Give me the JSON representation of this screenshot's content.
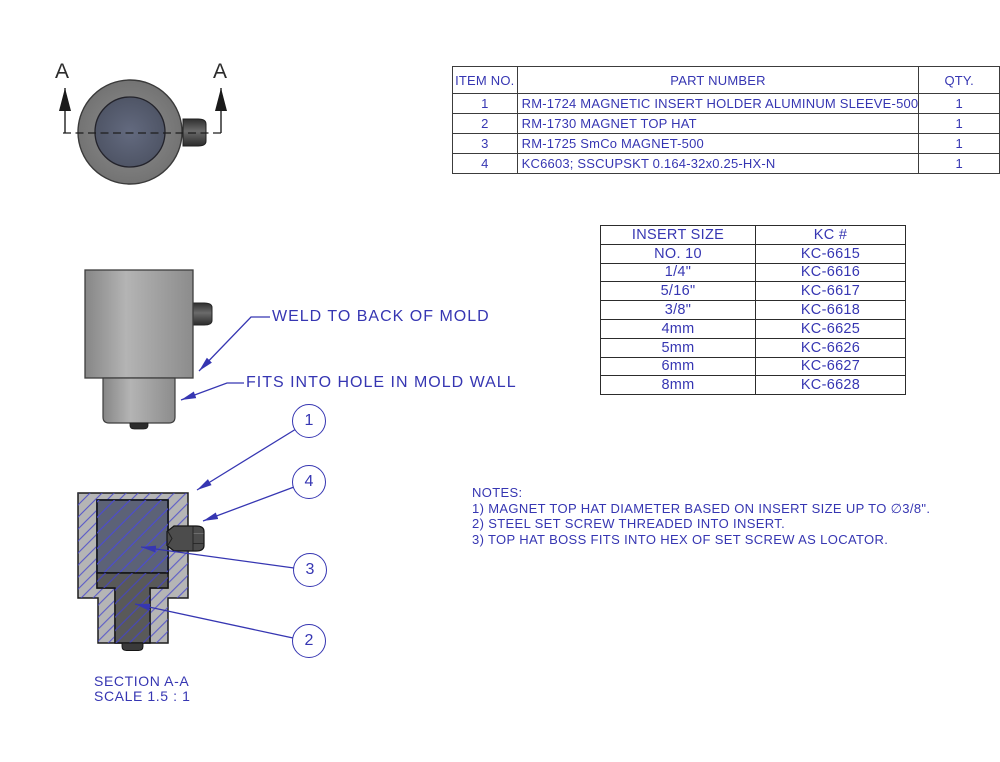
{
  "colors": {
    "annotation_blue": "#3636b2",
    "hatch_blue": "#4545cc",
    "sleeve_gray": "#b5b5b5",
    "magnet_slate": "#5c6277",
    "hat_gray": "#595959",
    "line_dark": "#1b1b1b"
  },
  "top_view": {
    "section_label_left": "A",
    "section_label_right": "A"
  },
  "side_view": {
    "note_weld": "WELD TO BACK OF MOLD",
    "note_fits": "FITS INTO HOLE IN MOLD WALL"
  },
  "bom_table": {
    "headers": {
      "item": "ITEM NO.",
      "part": "PART NUMBER",
      "qty": "QTY."
    },
    "rows": [
      {
        "item": "1",
        "part": "RM-1724 MAGNETIC INSERT HOLDER ALUMINUM SLEEVE-500",
        "qty": "1"
      },
      {
        "item": "2",
        "part": "RM-1730 MAGNET TOP HAT",
        "qty": "1"
      },
      {
        "item": "3",
        "part": "RM-1725 SmCo MAGNET-500",
        "qty": "1"
      },
      {
        "item": "4",
        "part": "KC6603; SSCUPSKT 0.164-32x0.25-HX-N",
        "qty": "1"
      }
    ]
  },
  "insert_table": {
    "headers": {
      "size": "INSERT SIZE",
      "kc": "KC #"
    },
    "rows": [
      {
        "size": "NO. 10",
        "kc": "KC-6615"
      },
      {
        "size": "1/4\"",
        "kc": "KC-6616"
      },
      {
        "size": "5/16\"",
        "kc": "KC-6617"
      },
      {
        "size": "3/8\"",
        "kc": "KC-6618"
      },
      {
        "size": "4mm",
        "kc": "KC-6625"
      },
      {
        "size": "5mm",
        "kc": "KC-6626"
      },
      {
        "size": "6mm",
        "kc": "KC-6627"
      },
      {
        "size": "8mm",
        "kc": "KC-6628"
      }
    ]
  },
  "notes": {
    "title": "NOTES:",
    "line1": "1) MAGNET TOP HAT DIAMETER BASED ON INSERT SIZE UP TO ∅3/8\".",
    "line2": "2) STEEL SET SCREW THREADED INTO INSERT.",
    "line3": "3) TOP HAT BOSS FITS INTO HEX OF SET SCREW AS LOCATOR."
  },
  "balloons": [
    {
      "label": "1"
    },
    {
      "label": "4"
    },
    {
      "label": "3"
    },
    {
      "label": "2"
    }
  ],
  "section_view": {
    "title": "SECTION A-A",
    "scale": "SCALE 1.5 : 1"
  }
}
